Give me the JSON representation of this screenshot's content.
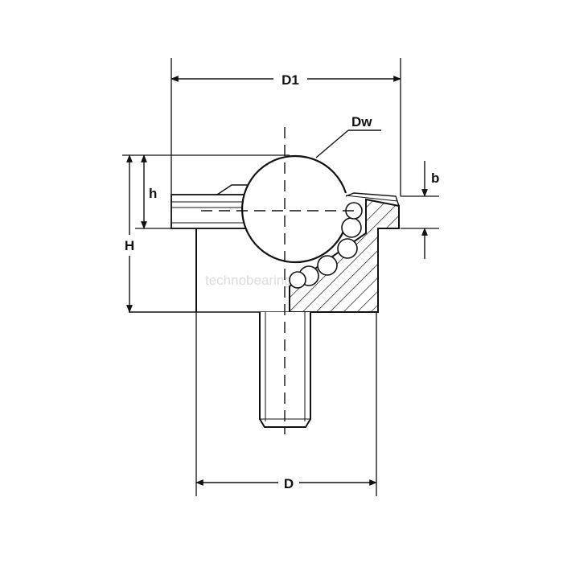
{
  "labels": {
    "d1": "D1",
    "dw": "Dw",
    "h_small": "h",
    "h_large": "H",
    "b": "b",
    "d": "D"
  },
  "watermark": "technobearing",
  "colors": {
    "line": "#111111",
    "watermark": "#dcdcdc",
    "background": "#ffffff"
  }
}
